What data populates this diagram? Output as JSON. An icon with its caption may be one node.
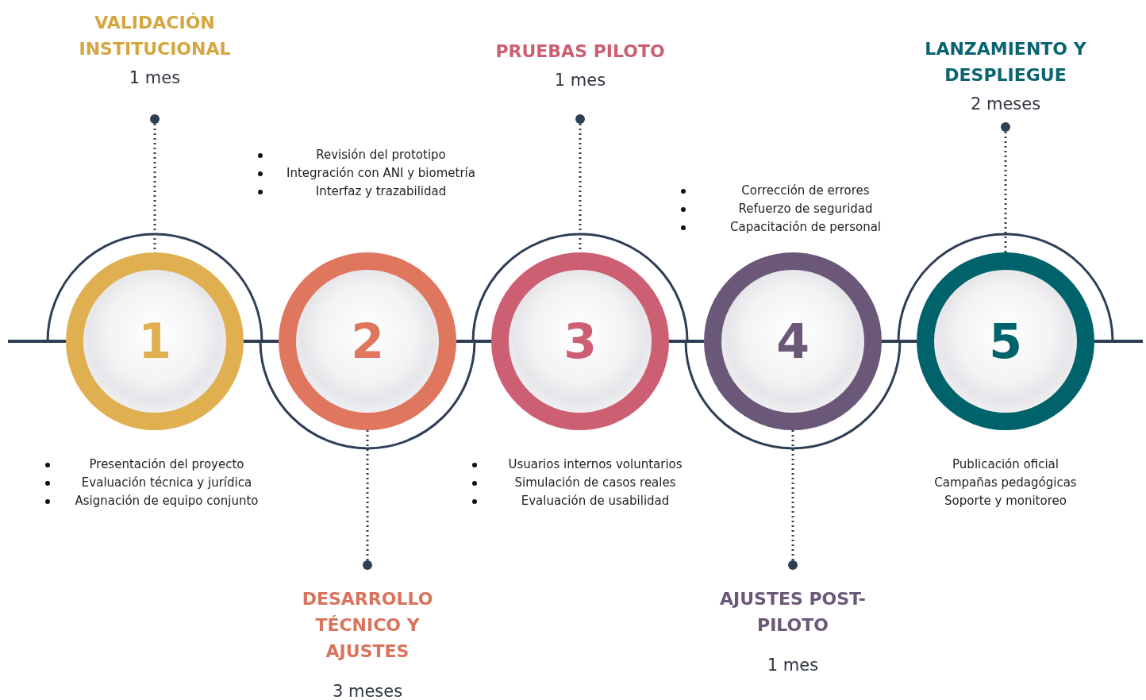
{
  "diagram": {
    "nodes": [
      {
        "text": [
          "VALIDACIÓN INSTITUCIONAL"
        ],
        "beside": [
          "1 mes"
        ]
      },
      {
        "text": [
          "1"
        ],
        "beside": [
          "Presentación del proyecto",
          "Evaluación técnica y jurídica",
          "Asignación de equipo conjunto"
        ]
      },
      {
        "text": [
          "DESARROLLO TÉCNICO Y AJUSTES"
        ],
        "beside": [
          "3 meses"
        ]
      },
      {
        "text": [
          "2"
        ],
        "beside": [
          "Revisión del prototipo",
          "Integración con ANI y biometría",
          "Interfaz y trazabilidad"
        ]
      },
      {
        "text": [
          "PRUEBAS PILOTO"
        ],
        "beside": [
          "1 mes"
        ]
      },
      {
        "text": [
          "3"
        ],
        "beside": [
          "Usuarios internos voluntarios",
          "Simulación de casos reales",
          "Evaluación de usabilidad"
        ]
      },
      {
        "text": [
          "AJUSTES POST-PILOTO"
        ],
        "beside": [
          "1 mes"
        ]
      },
      {
        "text": [
          "4"
        ],
        "beside": [
          "Corrección de errores",
          "Refuerzo de seguridad",
          "Capacitación de personal"
        ]
      },
      {
        "text": [
          "LANZAMIENTO Y DESPLIEGUE"
        ],
        "beside": [
          "2 meses"
        ]
      },
      {
        "text": [
          "5"
        ],
        "beside": [
          "Publicación oficial",
          "Campañas pedagógicas",
          "Soporte y monitoreo"
        ]
      }
    ],
    "edges": [
      {
        "from": 0,
        "to": 1,
        "arrow": "other",
        "style": "dashed"
      },
      {
        "from": 2,
        "to": 3,
        "arrow": "other",
        "style": "dashed"
      },
      {
        "from": 4,
        "to": 5,
        "arrow": "other",
        "style": "dashed"
      },
      {
        "from": 6,
        "to": 7,
        "arrow": "other",
        "style": "dashed"
      },
      {
        "from": 8,
        "to": 9,
        "arrow": "other",
        "style": "dashed"
      },
      {
        "from": null,
        "to": 1,
        "arrow": "none"
      },
      {
        "from": 1,
        "to": 3,
        "arrow": "none"
      },
      {
        "from": 3,
        "to": 5,
        "arrow": "none"
      },
      {
        "from": 5,
        "to": 7,
        "arrow": "none"
      },
      {
        "from": 7,
        "to": 9,
        "arrow": "none"
      },
      {
        "from": 9,
        "to": null,
        "arrow": "none"
      }
    ]
  }
}
